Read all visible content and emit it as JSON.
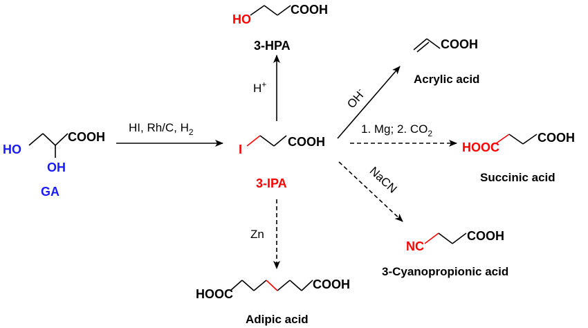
{
  "colors": {
    "black": "#000000",
    "red": "#ff0000",
    "blue": "#1a1aff"
  },
  "start": {
    "ho": "HO",
    "oh": "OH",
    "cooh": "COOH",
    "name": "GA"
  },
  "center": {
    "i": "I",
    "cooh": "COOH",
    "name": "3-IPA"
  },
  "hpa": {
    "ho": "HO",
    "cooh": "COOH",
    "name": "3-HPA"
  },
  "acrylic": {
    "cooh": "COOH",
    "name": "Acrylic acid"
  },
  "succinic": {
    "hooc": "HOOC",
    "cooh": "COOH",
    "name": "Succinic acid"
  },
  "cyano": {
    "nc": "NC",
    "cooh": "COOH",
    "name": "3-Cyanopropionic acid"
  },
  "adipic": {
    "hooc": "HOOC",
    "cooh": "COOH",
    "name": "Adipic acid"
  },
  "reagents": {
    "step1_main": "HI, Rh/C, H",
    "step1_sub": "2",
    "h_plus_base": "H",
    "h_plus_sup": "+",
    "oh_base": "OH",
    "oh_sup": "-",
    "mg_main": "1. Mg; 2. CO",
    "mg_sub": "2",
    "nacn": "NaCN",
    "zn": "Zn"
  }
}
